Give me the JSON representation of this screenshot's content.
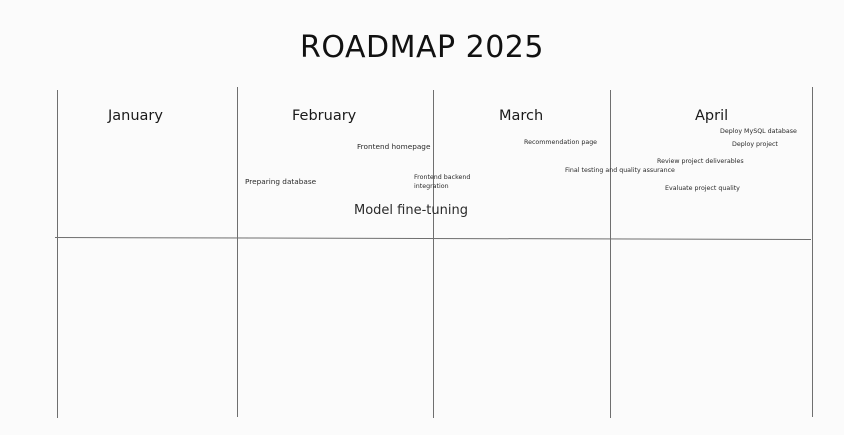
{
  "title": "ROADMAP 2025",
  "months": [
    "January",
    "February",
    "March",
    "April"
  ],
  "tasks": {
    "preparing_database": "Preparing database",
    "frontend_homepage": "Frontend homepage",
    "frontend_backend_line1": "Frontend backend",
    "frontend_backend_line2": "integration",
    "model_fine_tuning": "Model fine-tuning",
    "recommendation_page": "Recommendation page",
    "final_testing": "Final testing and quality assurance",
    "deploy_mysql": "Deploy MySQL database",
    "deploy_project": "Deploy project",
    "review_deliverables": "Review project deliverables",
    "evaluate_quality": "Evaluate project quality"
  }
}
